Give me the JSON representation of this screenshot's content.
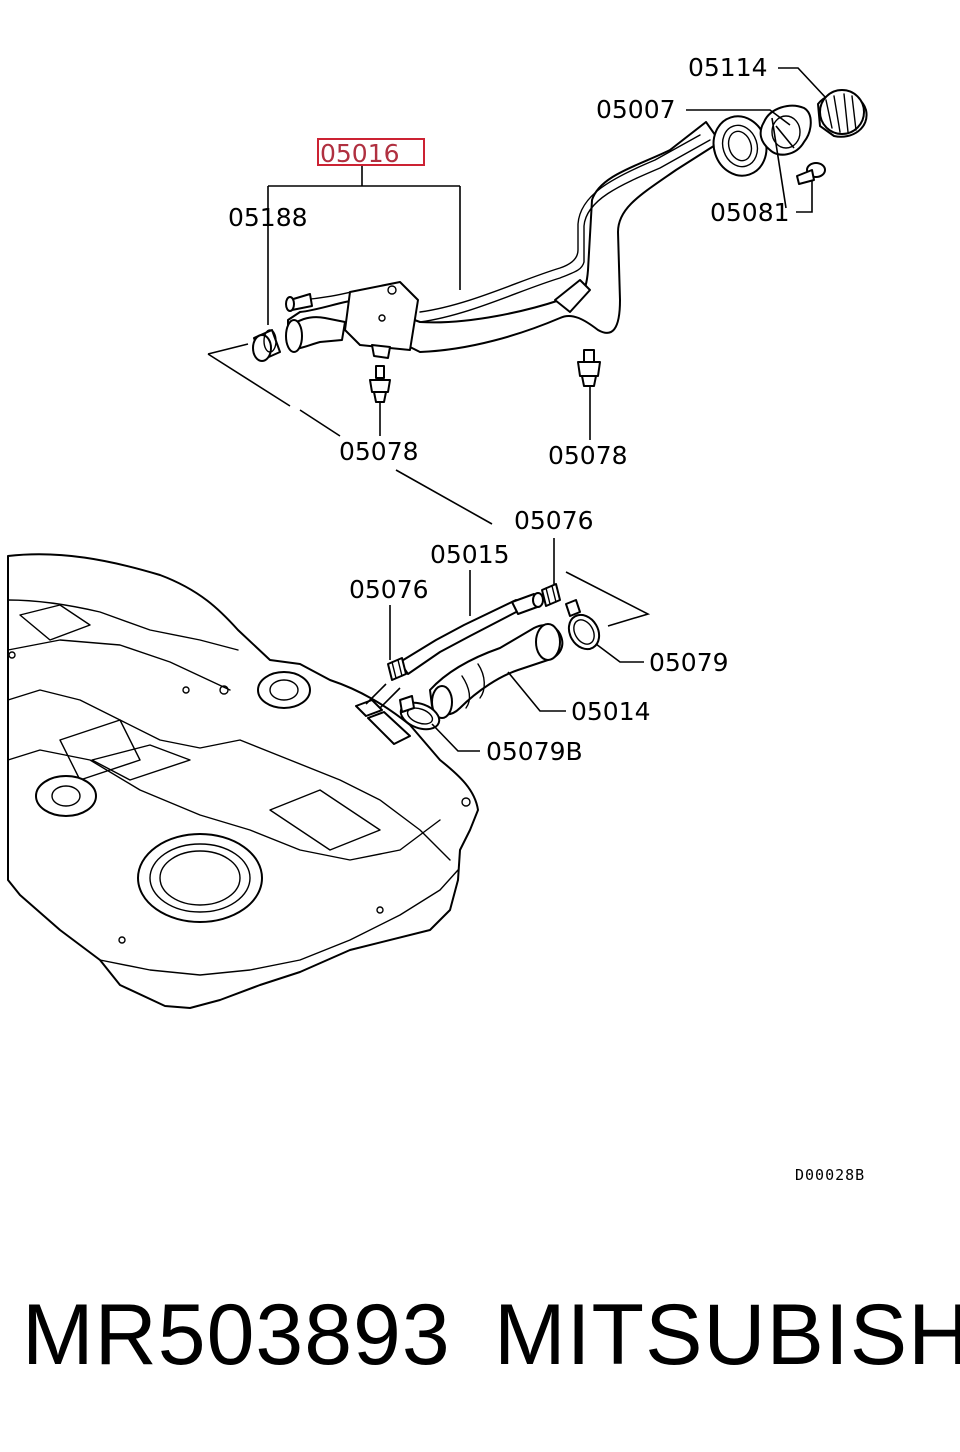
{
  "diagram": {
    "callouts": {
      "c05114": "05114",
      "c05007": "05007",
      "c05016": "05016",
      "c05188": "05188",
      "c05081": "05081",
      "c05078a": "05078",
      "c05078b": "05078",
      "c05076a": "05076",
      "c05015": "05015",
      "c05076b": "05076",
      "c05079": "05079",
      "c05014": "05014",
      "c05079b": "05079B"
    },
    "drawing_code": "D00028B",
    "highlight_color": "#cc2233"
  },
  "footer": {
    "part_number": "MR503893",
    "brand": "MITSUBISHI"
  }
}
